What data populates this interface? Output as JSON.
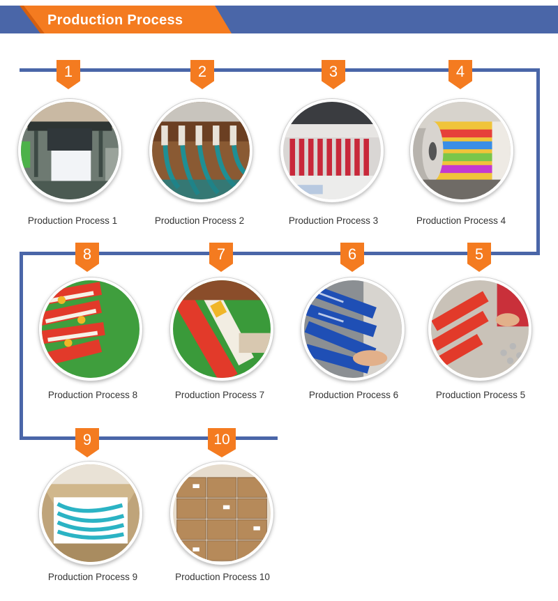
{
  "header": {
    "title": "Production Process"
  },
  "colors": {
    "accent": "#f47b20",
    "line": "#4a66a8"
  },
  "steps": [
    {
      "number": "1",
      "label": "Production Process 1"
    },
    {
      "number": "2",
      "label": "Production Process 2"
    },
    {
      "number": "3",
      "label": "Production Process 3"
    },
    {
      "number": "4",
      "label": "Production Process 4"
    },
    {
      "number": "5",
      "label": "Production Process 5"
    },
    {
      "number": "6",
      "label": "Production Process 6"
    },
    {
      "number": "7",
      "label": "Production Process 7"
    },
    {
      "number": "8",
      "label": "Production Process 8"
    },
    {
      "number": "9",
      "label": "Production Process 9"
    },
    {
      "number": "10",
      "label": "Production Process 10"
    }
  ]
}
